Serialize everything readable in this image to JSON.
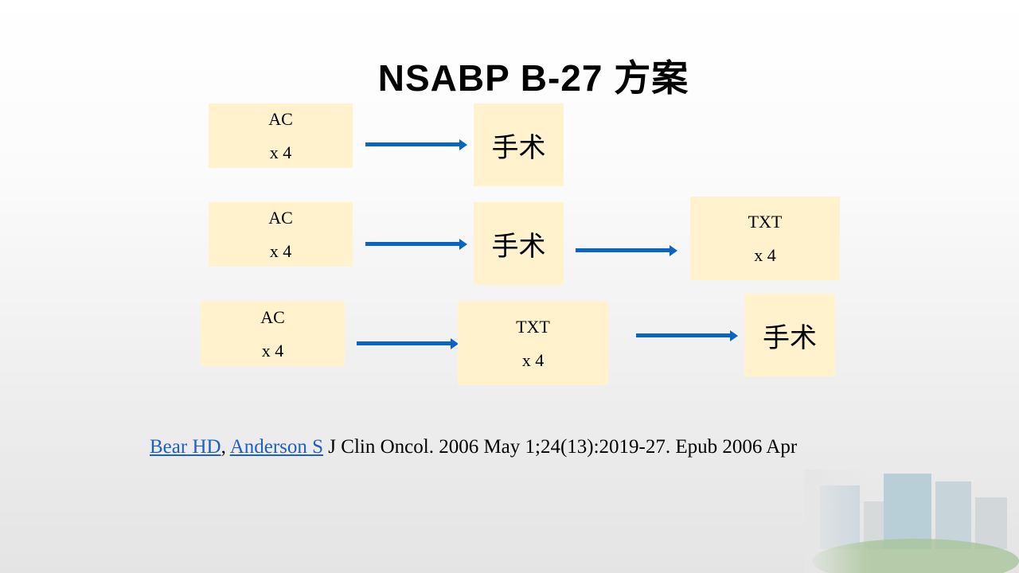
{
  "title": "NSABP B-27 方案",
  "rows": [
    {
      "steps": [
        {
          "l1": "AC",
          "l2": "x 4"
        },
        {
          "cn": "手术"
        }
      ]
    },
    {
      "steps": [
        {
          "l1": "AC",
          "l2": "x 4"
        },
        {
          "cn": "手术"
        },
        {
          "l1": "TXT",
          "l2": "x 4"
        }
      ]
    },
    {
      "steps": [
        {
          "l1": "AC",
          "l2": "x 4"
        },
        {
          "l1": "TXT",
          "l2": "x 4"
        },
        {
          "cn": "手术"
        }
      ]
    }
  ],
  "citation": {
    "author1": "Bear HD",
    "sep": ",",
    "author2": "Anderson S",
    "rest": " J Clin Oncol. 2006 May 1;24(13):2019-27. Epub 2006 Apr"
  },
  "colors": {
    "box": "#fff2cc",
    "arrow": "#0a64c6",
    "link": "#1f5fbf"
  }
}
